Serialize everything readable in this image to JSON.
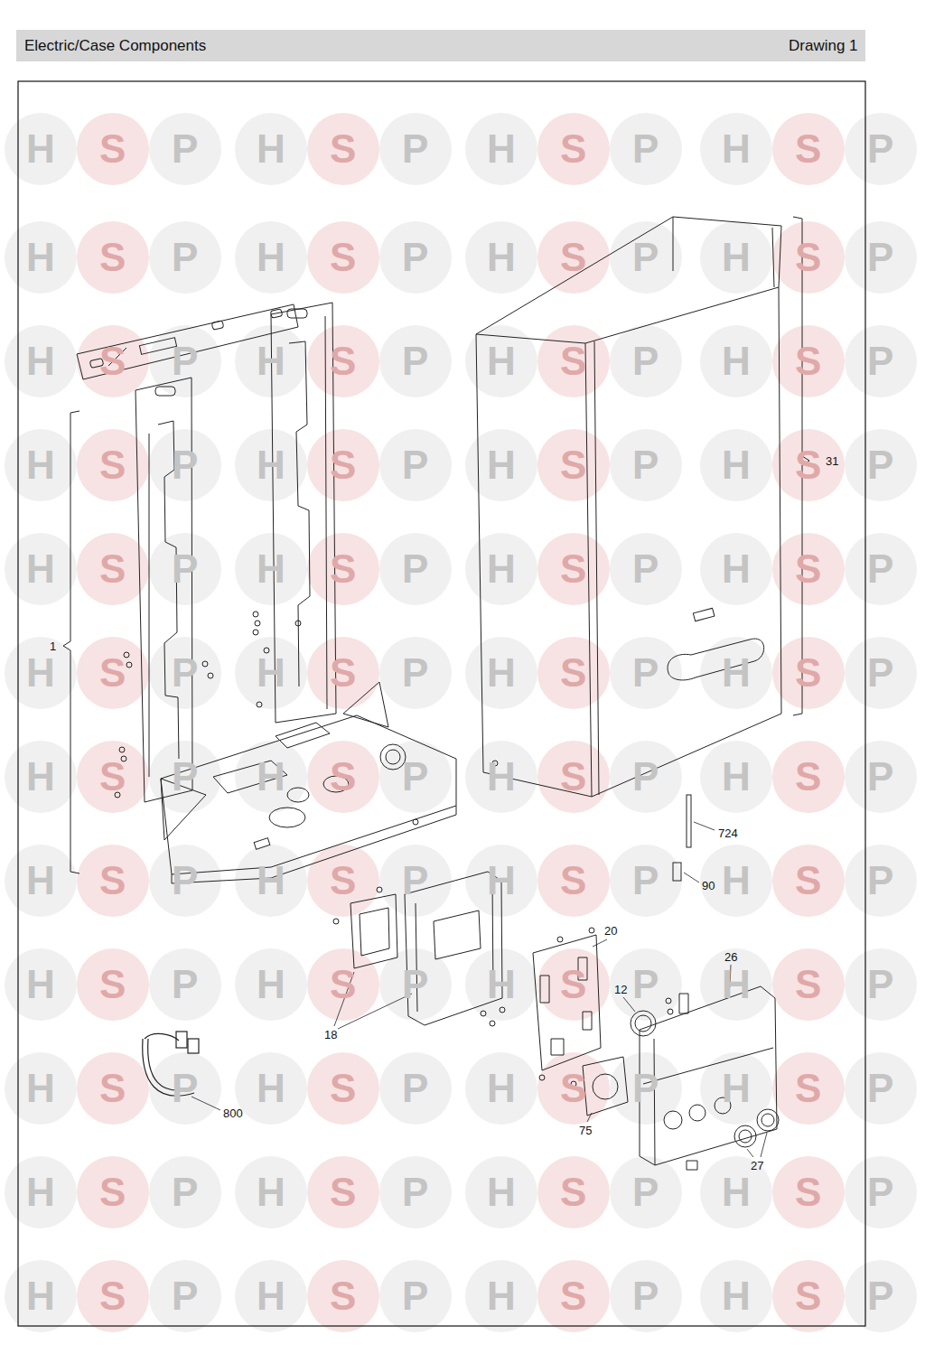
{
  "diagram": {
    "title": "Electric/Case Components",
    "labels": [
      "Drawing 1",
      "31",
      "1",
      "724",
      "90",
      "20",
      "12",
      "26",
      "18",
      "800",
      "75",
      "27",
      "H",
      "S",
      "P",
      "H",
      "S",
      "P",
      "H",
      "S",
      "P",
      "H",
      "S",
      "P",
      "H",
      "S",
      "P",
      "H",
      "S",
      "P",
      "H",
      "S",
      "P",
      "H",
      "S",
      "P",
      "H",
      "S",
      "P",
      "H",
      "S",
      "P",
      "H",
      "S",
      "P",
      "H",
      "S",
      "P",
      "H",
      "S",
      "P",
      "H",
      "S",
      "P",
      "H",
      "S",
      "P",
      "H",
      "S",
      "P",
      "H",
      "S",
      "P",
      "H",
      "S",
      "P",
      "H",
      "S",
      "P",
      "H",
      "S",
      "P",
      "H",
      "S",
      "P",
      "H",
      "S",
      "P",
      "H",
      "S",
      "P",
      "H",
      "S",
      "P",
      "H",
      "S",
      "P",
      "H",
      "S",
      "P",
      "H",
      "S",
      "P",
      "H",
      "S",
      "P",
      "H",
      "S",
      "P",
      "H",
      "S",
      "P",
      "H",
      "S",
      "P",
      "H",
      "S",
      "P",
      "H",
      "S",
      "P",
      "H",
      "S",
      "P",
      "H",
      "S",
      "P",
      "H",
      "S",
      "P",
      "H",
      "S",
      "P",
      "H",
      "S",
      "P",
      "H",
      "S",
      "P",
      "H",
      "S",
      "P",
      "H",
      "S",
      "P",
      "H",
      "S",
      "P",
      "H",
      "S",
      "P",
      "H",
      "S",
      "P",
      "H",
      "S",
      "P",
      "H",
      "S",
      "P",
      "H",
      "S",
      "P",
      "H",
      "S",
      "P"
    ]
  }
}
